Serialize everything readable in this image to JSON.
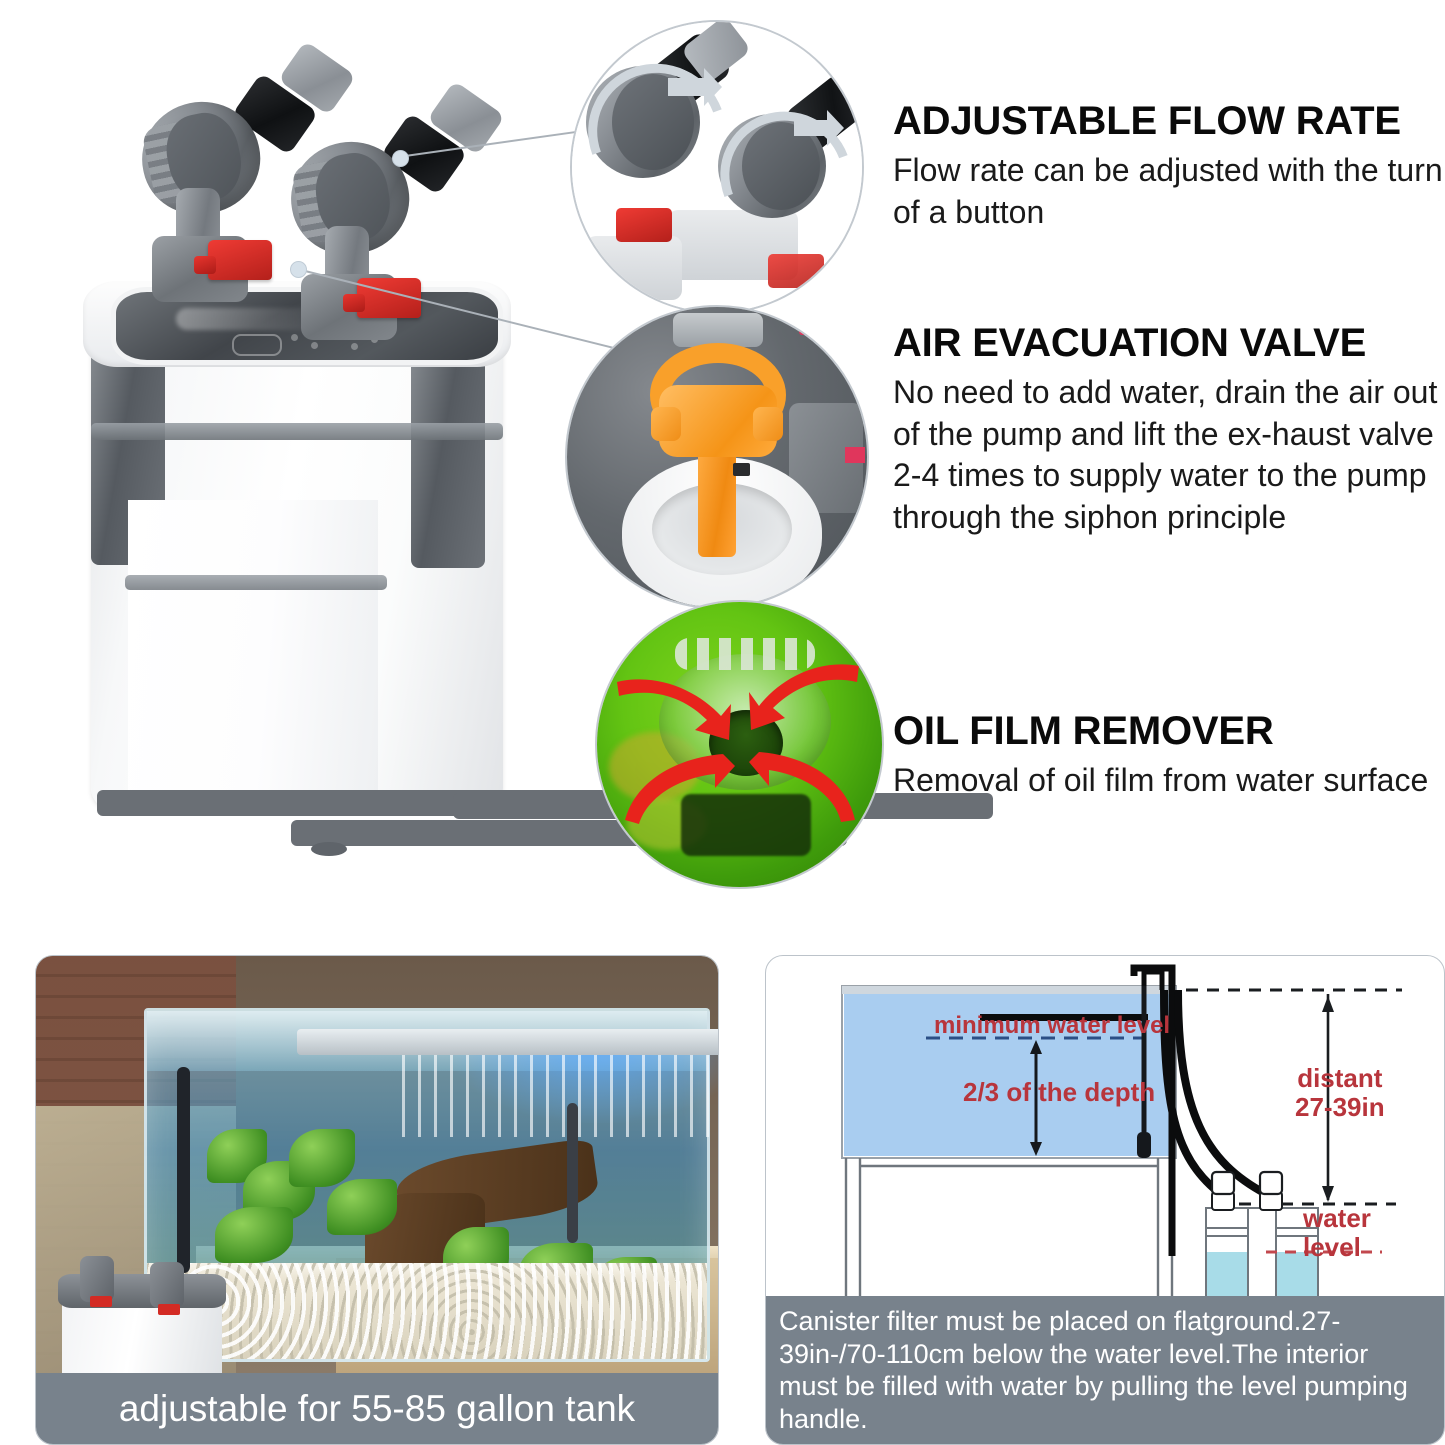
{
  "features": [
    {
      "id": "adjustable-flow-rate",
      "title": "ADJUSTABLE FLOW RATE",
      "body": "Flow rate can be adjusted with the turn of a button",
      "callout_icon": "valve-knob-rotation-icon"
    },
    {
      "id": "air-evacuation-valve",
      "title": "AIR EVACUATION VALVE",
      "body": "No need to add water, drain the air out of the pump and lift the ex-haust valve 2-4 times to supply water to the pump through the siphon principle",
      "callout_icon": "orange-pump-handle-icon"
    },
    {
      "id": "oil-film-remover",
      "title": "OIL FILM REMOVER",
      "body": "Removal of oil film from water surface",
      "callout_icon": "surface-skimmer-arrows-icon"
    }
  ],
  "product": {
    "name": "aquarium-canister-filter",
    "colors": {
      "body_white": "#ffffff",
      "accent_gray": "#6d7378",
      "lever_red": "#d32b24",
      "lid_dark": "#43474c"
    }
  },
  "bottom_left": {
    "photo_name": "aquarium-with-canister-filter-photo",
    "caption": "adjustable for 55-85 gallon tank"
  },
  "bottom_right": {
    "diagram_name": "installation-height-diagram",
    "labels": {
      "minimum_water_level": "minimum water level",
      "two_thirds_depth": "2/3 of the depth",
      "distance": "distant\n27-39in",
      "water_level": "water\nlevel"
    },
    "caption": "Canister filter must be placed on flatground.27-39in-/70-110cm below the water level.The interior must be filled with water by pulling the level pumping handle.",
    "colors": {
      "tank_water": "#a9cdf0",
      "canister_water": "#a8dce8",
      "label_red": "#b8353c",
      "caption_bg": "#78828c"
    }
  }
}
